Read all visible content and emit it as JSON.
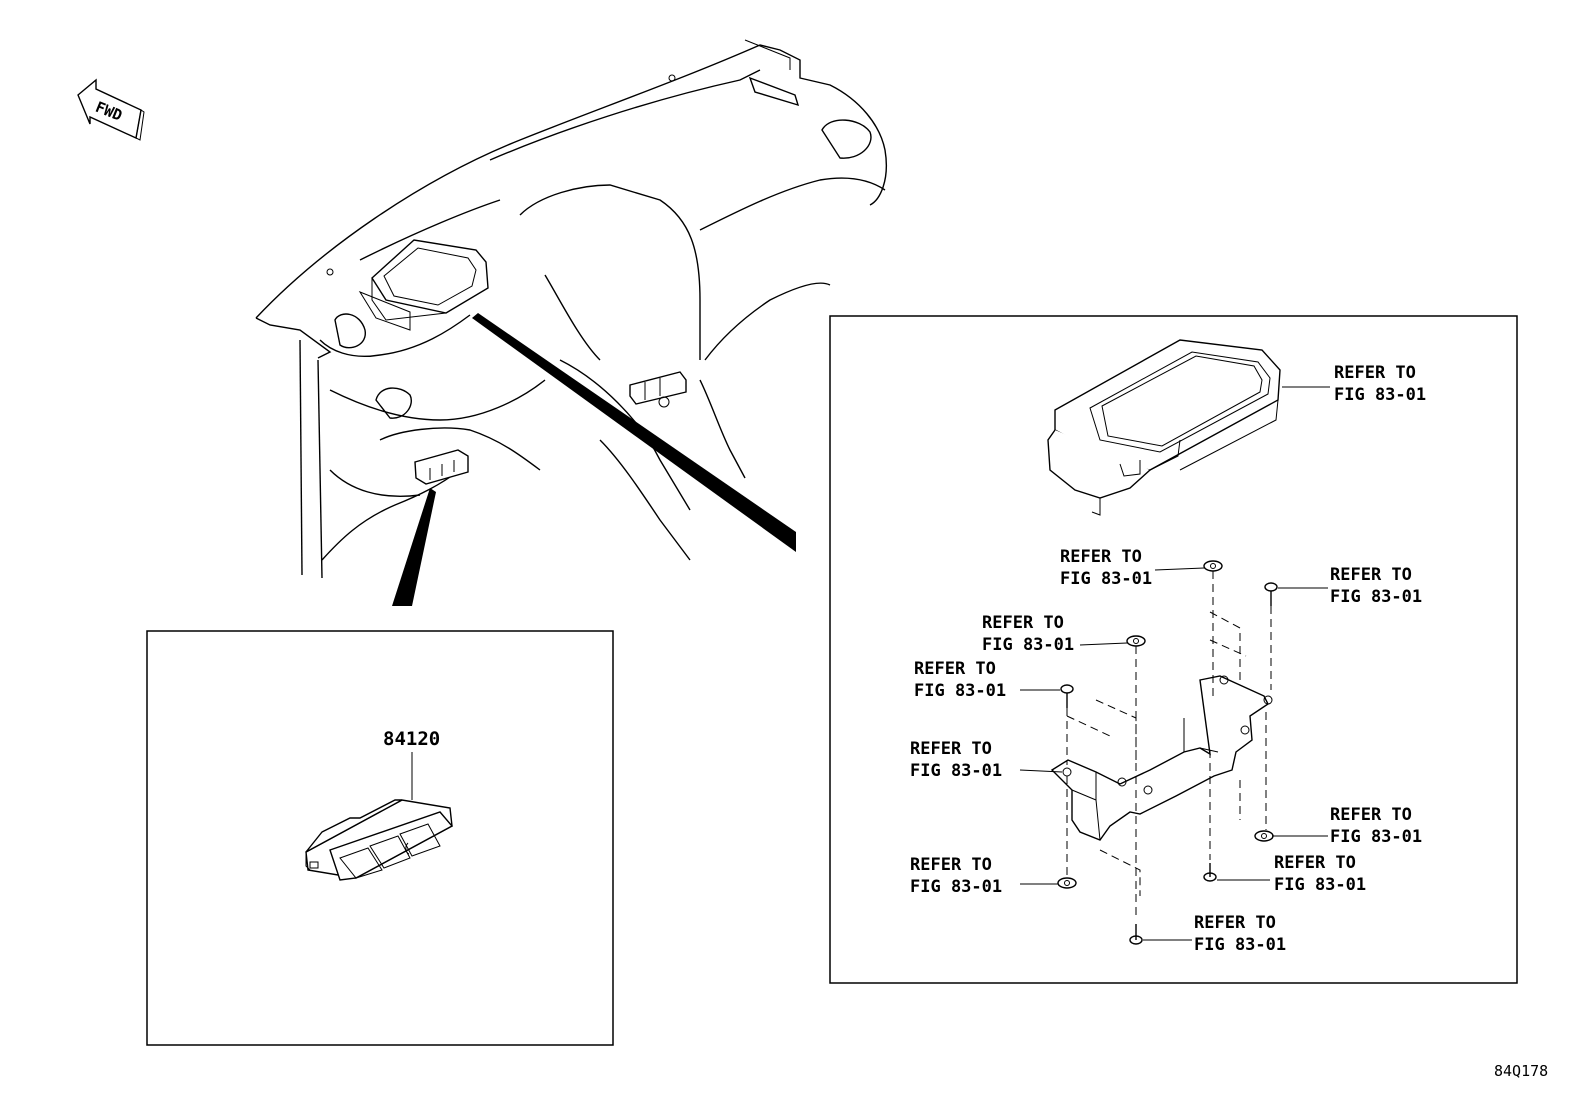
{
  "fwd_label": "FWD",
  "figure_id": "84Q178",
  "switch_panel": {
    "part_number": "84120"
  },
  "bracket_panel": {
    "refer_line1": "REFER TO",
    "refer_line2": "FIG 83-01"
  },
  "callouts": [
    {
      "id": "display-unit"
    },
    {
      "id": "nut-top"
    },
    {
      "id": "screw-top-right"
    },
    {
      "id": "nut-mid"
    },
    {
      "id": "screw-left"
    },
    {
      "id": "bracket"
    },
    {
      "id": "nut-right"
    },
    {
      "id": "nut-bottom-left"
    },
    {
      "id": "screw-bottom-mid"
    },
    {
      "id": "screw-bottom"
    }
  ]
}
